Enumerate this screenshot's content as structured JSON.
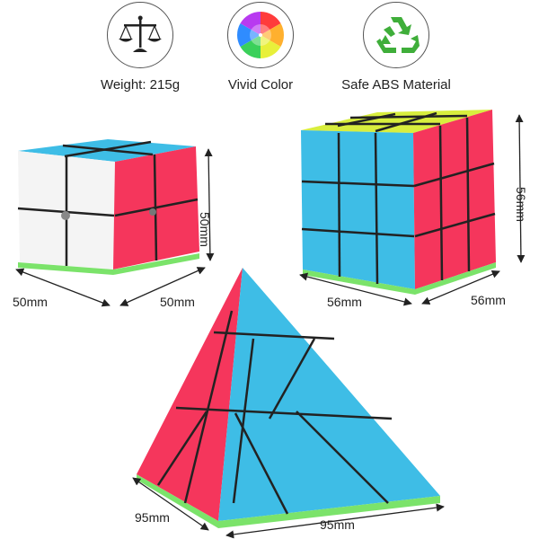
{
  "features": [
    {
      "label": "Weight: 215g",
      "icon": "scale-icon"
    },
    {
      "label": "Vivid Color",
      "icon": "color-wheel-icon"
    },
    {
      "label": "Safe ABS Material",
      "icon": "recycle-icon"
    }
  ],
  "cube2x2": {
    "width_label": "50mm",
    "depth_label": "50mm",
    "height_label": "50mm"
  },
  "cube3x3": {
    "width_label": "56mm",
    "depth_label": "56mm",
    "height_label": "56mm"
  },
  "pyraminx": {
    "left_label": "95mm",
    "right_label": "95mm"
  },
  "colors": {
    "red": "#f5365c",
    "blue": "#3ebde6",
    "white": "#f4f4f4",
    "yellow": "#d8ee3e",
    "green": "#7be36a"
  }
}
